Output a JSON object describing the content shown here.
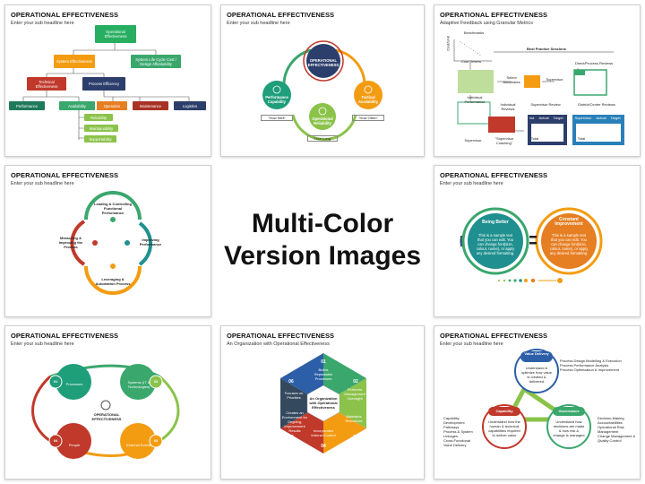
{
  "center": {
    "line1": "Multi-Color",
    "line2": "Version Images"
  },
  "tiles": [
    {
      "title": "OPERATIONAL EFFECTIVENESS",
      "subtitle": "Enter your sub headline here",
      "nodes": {
        "root": "Operational Effectiveness",
        "system": "System Effectiveness",
        "lifecycle": "System Life Cycle Cost / Design Affordability",
        "technical": "Technical Effectiveness",
        "process": "Process Efficiency",
        "performance": "Performance",
        "availability": "Availability",
        "reliability": "Reliability",
        "maintainability": "Maintainability",
        "supportability": "Supportability",
        "operation": "Operation",
        "maintenance": "Maintenance",
        "logistics": "Logistics"
      }
    },
    {
      "title": "OPERATIONAL EFFECTIVENESS",
      "subtitle": "Enter your sub headline here",
      "nodes": {
        "center": "OPERATIONAL EFFECTIVENESS",
        "left": "Performance Capability",
        "right": "Tactical Availability",
        "bottom": "Operational Reliability",
        "left_q": "\"How Well\"",
        "right_q": "\"How Often\"",
        "bottom_q": "\"How Long\""
      }
    },
    {
      "title": "OPERATIONAL EFFECTIVENESS",
      "subtitle": "Adaptive Feedback using Granular Metrics",
      "nodes": {
        "benchmarks": "Benchmarks",
        "best": "Best Practice Sessions",
        "cost": "Cost Drivers",
        "select": "Select Associates",
        "supervisor": "Supervisor",
        "direct": "Direct/Process Reviews",
        "individual": "Individual Performance",
        "indrev": "Individual Reviews",
        "supervisor_rev": "Supervisor Review",
        "district": "District/Center Reviews",
        "supervisor2": "Supervisor",
        "coaching": "\"Supervisor Coaching\"",
        "ind": "Ind.",
        "actual": "Actual",
        "target": "Target",
        "total": "Total",
        "supervisor3": "Supervisor",
        "ylab": "Cost/Unit"
      }
    },
    {
      "title": "OPERATIONAL EFFECTIVENESS",
      "subtitle": "Enter your sub headline here",
      "nodes": {
        "top": "Leading & Controlling Functional Performance",
        "right": "Improving Performance",
        "bottom": "Leveraging & Automation Process",
        "left": "Measuring & Improving the Process"
      }
    },
    {
      "title": "OPERATIONAL EFFECTIVENESS",
      "subtitle": "Enter your sub headline here",
      "nodes": {
        "left_title": "Being Better",
        "right_title": "Constant Improvement",
        "body": "This is a sample text that you can edit. You can change font(size, colour, name), or apply any desired formatting."
      }
    },
    {
      "title": "OPERATIONAL EFFECTIVENESS",
      "subtitle": "Enter your sub headline here",
      "nodes": {
        "n01": "01",
        "n02": "02",
        "n03": "03",
        "n04": "04",
        "processes": "Processes",
        "systems": "Systems (IT & Technologies)",
        "people": "People",
        "external": "External Events",
        "center": "OPERATIONAL EFFECTIVENESS"
      }
    },
    {
      "title": "OPERATIONAL EFFECTIVENESS",
      "subtitle": "An Organization with Operational Effectiveness",
      "nodes": {
        "center": "An Organization with Operational Effectiveness",
        "s01": "01",
        "s02": "02",
        "s03": "03",
        "s04": "04",
        "s05": "05",
        "s06": "06",
        "t01": "Builds Repeatable Processes",
        "t02": "Performs Management Oversight",
        "t03": "Maintains Resources",
        "t04": "Incorporates Internal Control",
        "t05": "Creates an Environment for Ongoing, Improvement Results",
        "t06": "Focuses on Priorities"
      }
    },
    {
      "title": "OPERATIONAL EFFECTIVENESS",
      "subtitle": "Enter your sub headline here",
      "nodes": {
        "value": "Value Delivery",
        "value_txt": "Understand & optimize how value is created & delivered",
        "capability": "Capability",
        "capability_txt": "Understand how the human & technical capabilities required to deliver value",
        "governance": "Governance",
        "governance_txt": "Understand how decisions are made & how risk & change is managed",
        "v_list": [
          "Process Design Modelling & Execution",
          "Process Performance Analysis",
          "Process Optimization & Improvement"
        ],
        "c_list": [
          "Capability Development Pathways",
          "Process & System Linkages",
          "Cross Functional Value Delivery"
        ],
        "g_list": [
          "Decision-Making Accountabilities",
          "Operational Risk Management",
          "Change Management & Quality Control"
        ]
      }
    }
  ],
  "colors": {
    "green": "#3aa76d",
    "teal": "#1f8f8f",
    "orange": "#f39c12",
    "red": "#c0392b",
    "navy": "#2c3e6b",
    "blue": "#2980b9",
    "dark": "#34495e",
    "lime": "#8bc34a"
  }
}
